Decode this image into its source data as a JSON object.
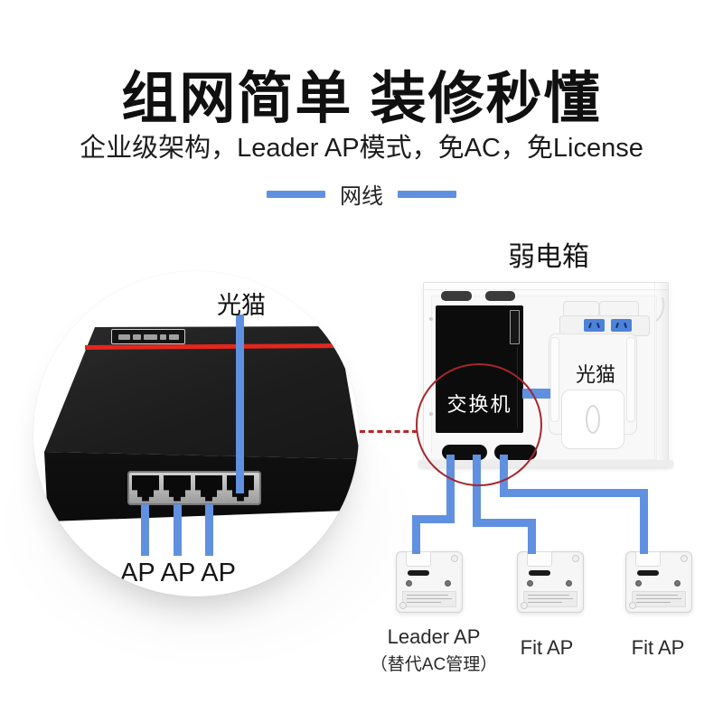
{
  "header": {
    "title": "组网简单 装修秒懂",
    "subtitle": "企业级架构，Leader AP模式，免AC，免License"
  },
  "legend": {
    "label": "网线"
  },
  "switch_photo": {
    "modem_port_label": "光猫",
    "ap_ports_label": "AP AP AP"
  },
  "closet": {
    "title": "弱电箱",
    "switch_label": "交换机",
    "modem_label": "光猫"
  },
  "aps": [
    {
      "label": "Leader AP",
      "sublabel": "（替代AC管理）"
    },
    {
      "label": "Fit AP"
    },
    {
      "label": "Fit AP"
    }
  ],
  "colors": {
    "cable_blue": "#6090e0",
    "switch_stripe_red": "#e5261d",
    "highlight_red": "#a6262c",
    "socket_blue": "#4d82d8",
    "title_black": "#101010"
  }
}
